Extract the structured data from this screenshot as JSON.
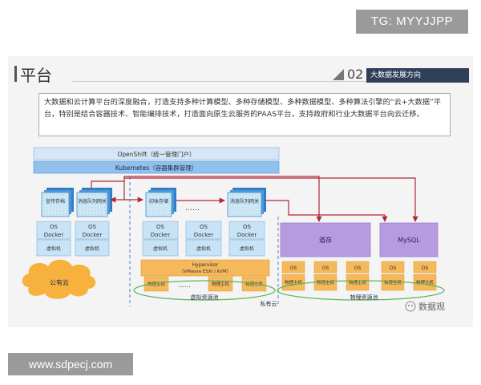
{
  "watermark_tg": "TG: MYYJJPP",
  "watermark_url": "www.sdpecj.com",
  "slide": {
    "title": "平台",
    "section_number": "02",
    "section_label": "大数据发展方向",
    "intro_text": "大数据和云计算平台的深度融合，打造支持多种计算模型、多种存储模型、多种数据模型、多种算法引擎的“云+大数据”平台，特别是结合容器技术、智能编排技术，打造面向原生云服务的PAAS平台，支持政府和行业大数据平台向云迁移。"
  },
  "diagram": {
    "openshift_label": "OpenShift（统一管理门户）",
    "kubernetes_label": "Kubernetes（容器集群管理）",
    "left_apps": [
      "宣传存档",
      "消息队列网关"
    ],
    "mid_apps": [
      "印收存储",
      "消息队列网关"
    ],
    "ellipsis": "……",
    "os_docker": [
      "OS",
      "Docker"
    ],
    "vm_label": "虚拟机",
    "storage_label": "道存",
    "mysql_label": "MySQL",
    "os_label": "OS",
    "physical_host_label": "物理主机",
    "hypervisor_lines": [
      "Hypervisor",
      "（VMware ESXi / KVM）"
    ],
    "public_cloud_label": "公有云",
    "virtual_pool_label": "虚拟资源池",
    "physical_pool_label": "物理资源池",
    "private_cloud_label": "私有云",
    "logo_text": "数据观"
  }
}
